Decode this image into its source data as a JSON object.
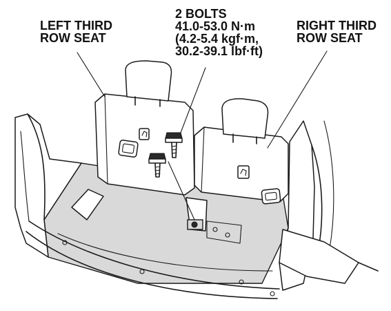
{
  "labels": {
    "left_seat": "LEFT THIRD\nROW SEAT",
    "right_seat": "RIGHT THIRD\nROW SEAT",
    "bolts_spec": "2 BOLTS\n41.0-53.0 N·m\n(4.2-5.4 kgf·m,\n30.2-39.1 lbf·ft)"
  },
  "colors": {
    "line": "#1a1a1a",
    "shade": "#d9d9d9"
  }
}
